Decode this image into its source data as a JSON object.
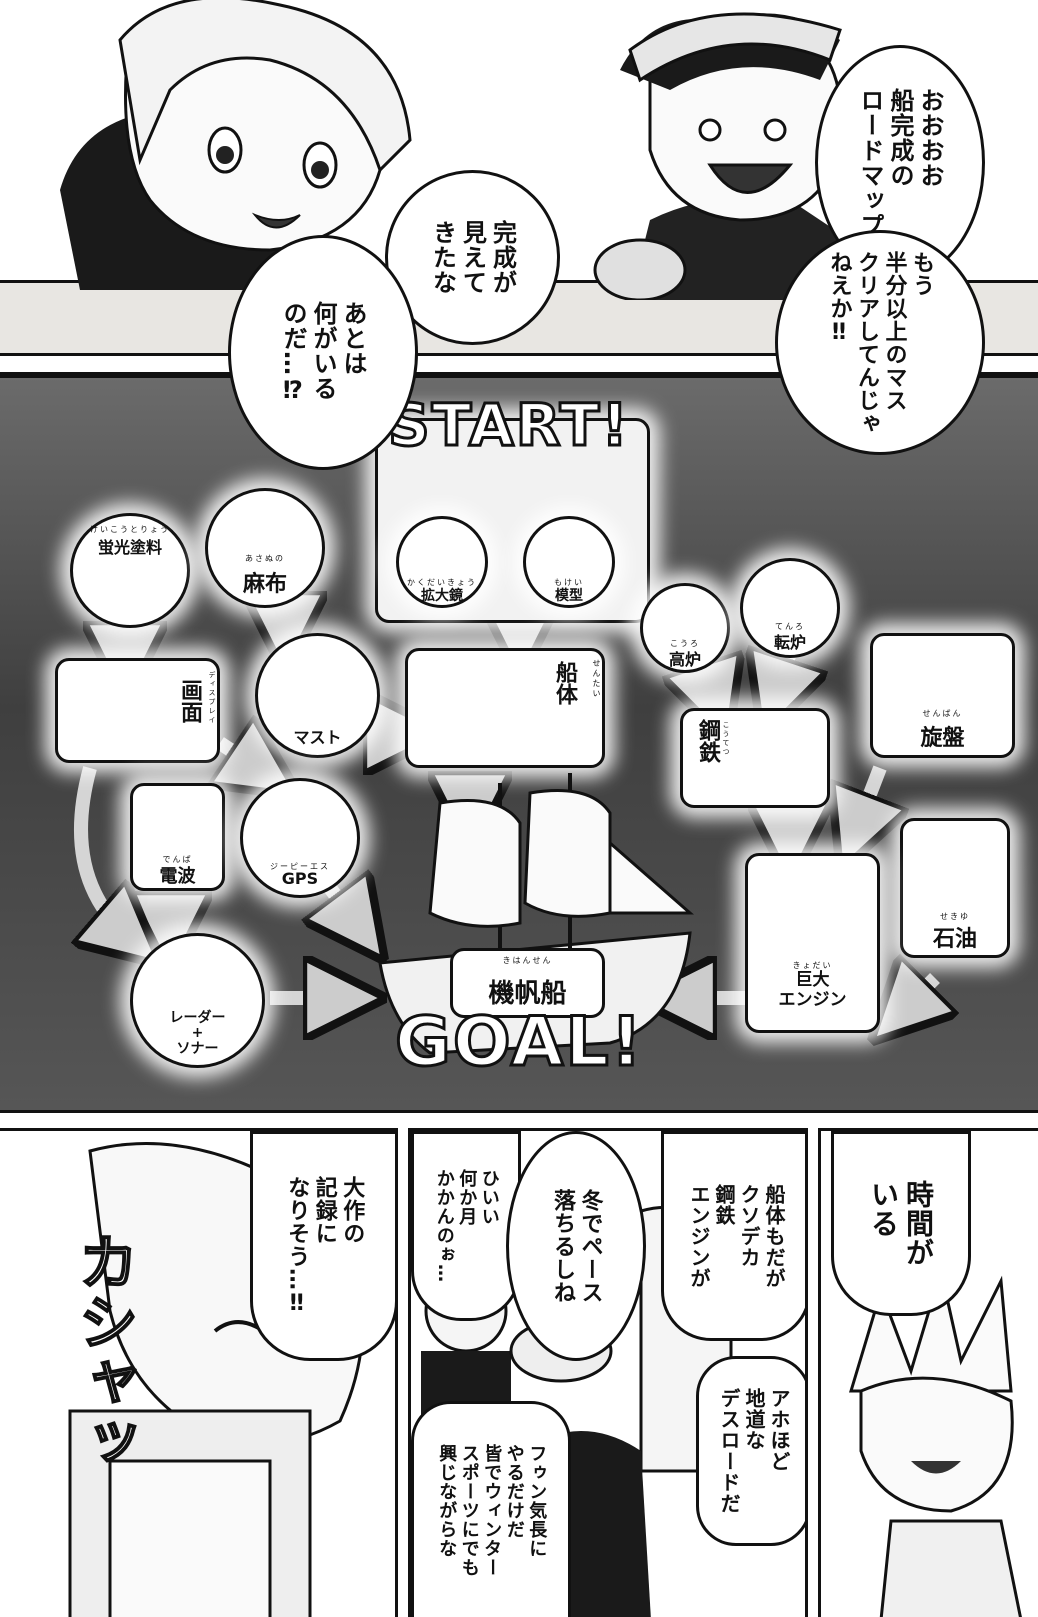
{
  "top_panel": {
    "bubble_left_a": "あとは\n何がいる\nのだ…⁉",
    "bubble_left_b": "完成が\n見えて\nきたな",
    "bubble_right_a": "おおおお\n船完成の\nロードマップ",
    "bubble_right_b": "もう\n半分以上のマス\nクリアしてんじゃ\nねえか‼",
    "start_label": "START!",
    "goal_label": "GOAL!",
    "nodes": {
      "keikou": {
        "label": "蛍光塗料",
        "ruby": "けいこうとりょう"
      },
      "asanuno": {
        "label": "麻布",
        "ruby": "あさぬの"
      },
      "kakudaikyo": {
        "label": "拡大鏡",
        "ruby": "かくだいきょう"
      },
      "mokei": {
        "label": "模型",
        "ruby": "もけい"
      },
      "display": {
        "label": "画面",
        "ruby": "ディスプレイ"
      },
      "mast": {
        "label": "マスト"
      },
      "sentai": {
        "label": "船体",
        "ruby": "せんたい"
      },
      "kouro": {
        "label": "高炉",
        "ruby": "こうろ"
      },
      "tenro": {
        "label": "転炉",
        "ruby": "てんろ"
      },
      "koutetsu": {
        "label": "鋼鉄",
        "ruby": "こうてつ"
      },
      "senban": {
        "label": "旋盤",
        "ruby": "せんばん"
      },
      "denpa": {
        "label": "電波",
        "ruby": "でんぱ"
      },
      "gps": {
        "label": "GPS",
        "ruby": "ジーピーエス"
      },
      "sekiyu": {
        "label": "石油",
        "ruby": "せきゆ"
      },
      "radar": {
        "label": "レーダー\n+\nソナー"
      },
      "kihansen": {
        "label": "機帆船",
        "ruby": "きはんせん"
      },
      "engine": {
        "label": "巨大\nエンジン",
        "ruby": "きょだい"
      }
    }
  },
  "bottom_panels": {
    "left_bubble": "大作の\n記録に\nなりそう…‼",
    "left_sfx": "カシャッ",
    "mid_bubble_a": "冬でペース\n落ちるしね",
    "mid_bubble_b": "ひいい\n何か月\nかかんのぉ…",
    "mid_bubble_c": "船体もだが\nクソデカ\n鋼鉄\nエンジンが",
    "mid_bubble_d": "アホほど\n地道な\nデスロードだ",
    "mid_bubble_e": "フゥン気長に\nやるだけだ\n皆でウィンター\nスポーツにでも\n興じながらな",
    "right_bubble": "時間が\nいる"
  }
}
